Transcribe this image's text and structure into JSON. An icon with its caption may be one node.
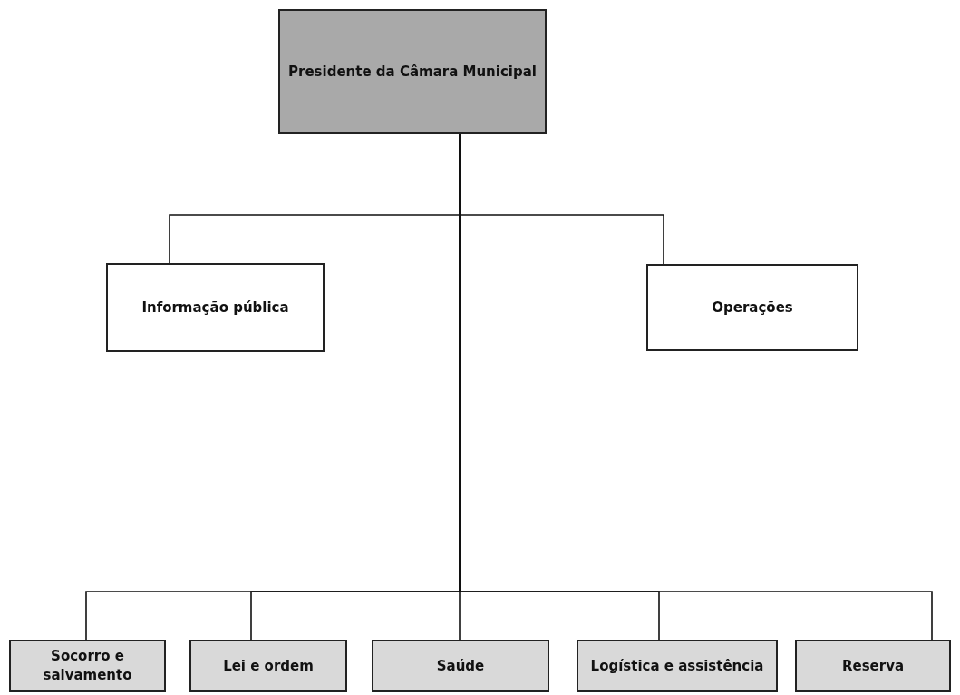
{
  "diagram": {
    "nodes": [
      {
        "text": [
          "Presidente da Câmara Municipal"
        ]
      },
      {
        "text": [
          "Informação pública"
        ]
      },
      {
        "text": [
          "Operações"
        ]
      },
      {
        "text": [
          "Socorro e salvamento"
        ]
      },
      {
        "text": [
          "Lei e ordem"
        ]
      },
      {
        "text": [
          "Saúde"
        ]
      },
      {
        "text": [
          "Logística e assistência"
        ]
      },
      {
        "text": [
          "Reserva"
        ]
      }
    ],
    "edges": [
      {
        "from": 0,
        "to": 1,
        "arrow": "none"
      },
      {
        "from": 0,
        "to": 2,
        "arrow": "none"
      },
      {
        "from": 0,
        "to": 3,
        "arrow": "none"
      },
      {
        "from": 0,
        "to": 4,
        "arrow": "none"
      },
      {
        "from": 0,
        "to": 5,
        "arrow": "none"
      },
      {
        "from": 0,
        "to": 6,
        "arrow": "none"
      },
      {
        "from": 0,
        "to": 7,
        "arrow": "none"
      }
    ]
  }
}
